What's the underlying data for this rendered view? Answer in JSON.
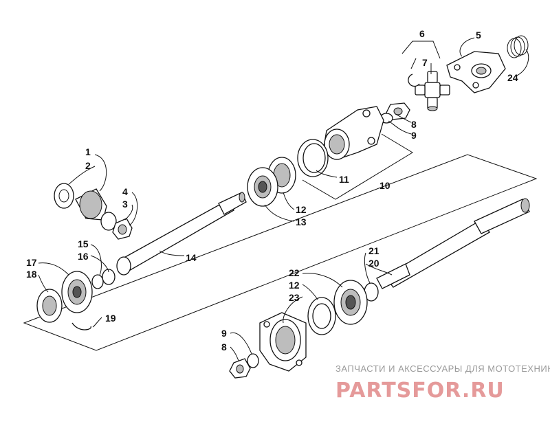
{
  "callouts": {
    "c1": "1",
    "c2": "2",
    "c3": "3",
    "c4": "4",
    "c5": "5",
    "c6": "6",
    "c7": "7",
    "c8a": "8",
    "c9a": "9",
    "c10": "10",
    "c11": "11",
    "c12a": "12",
    "c13": "13",
    "c14": "14",
    "c15": "15",
    "c16": "16",
    "c17": "17",
    "c18": "18",
    "c19": "19",
    "c20": "20",
    "c21": "21",
    "c22": "22",
    "c12b": "12",
    "c23": "23",
    "c9b": "9",
    "c8b": "8",
    "c24": "24"
  },
  "watermark": {
    "tagline": "ЗАПЧАСТИ И АКСЕССУАРЫ ДЛЯ МОТОТЕХНИКИ",
    "logo": "PARTSFOR.RU"
  }
}
